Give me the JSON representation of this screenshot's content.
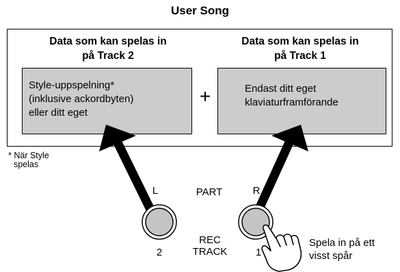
{
  "title": "User Song",
  "left": {
    "header_line1": "Data som kan spelas in",
    "header_line2": "på Track 2",
    "text_line1": "Style-uppspelning*",
    "text_line2": "(inklusive ackordbyten)",
    "text_line3": "eller ditt eget"
  },
  "right": {
    "header_line1": "Data som kan spelas in",
    "header_line2": "på Track 1",
    "text_line1": "Endast ditt eget",
    "text_line2": "klaviaturframförande"
  },
  "plus": "+",
  "footnote_line1": "* När Style",
  "footnote_line2": "spelas",
  "buttons": {
    "left_key": "L",
    "right_key": "R",
    "part": "PART",
    "rec_line1": "REC",
    "rec_line2": "TRACK",
    "left_num": "2",
    "right_num": "1"
  },
  "caption_line1": "Spela in på ett",
  "caption_line2": "visst spår"
}
